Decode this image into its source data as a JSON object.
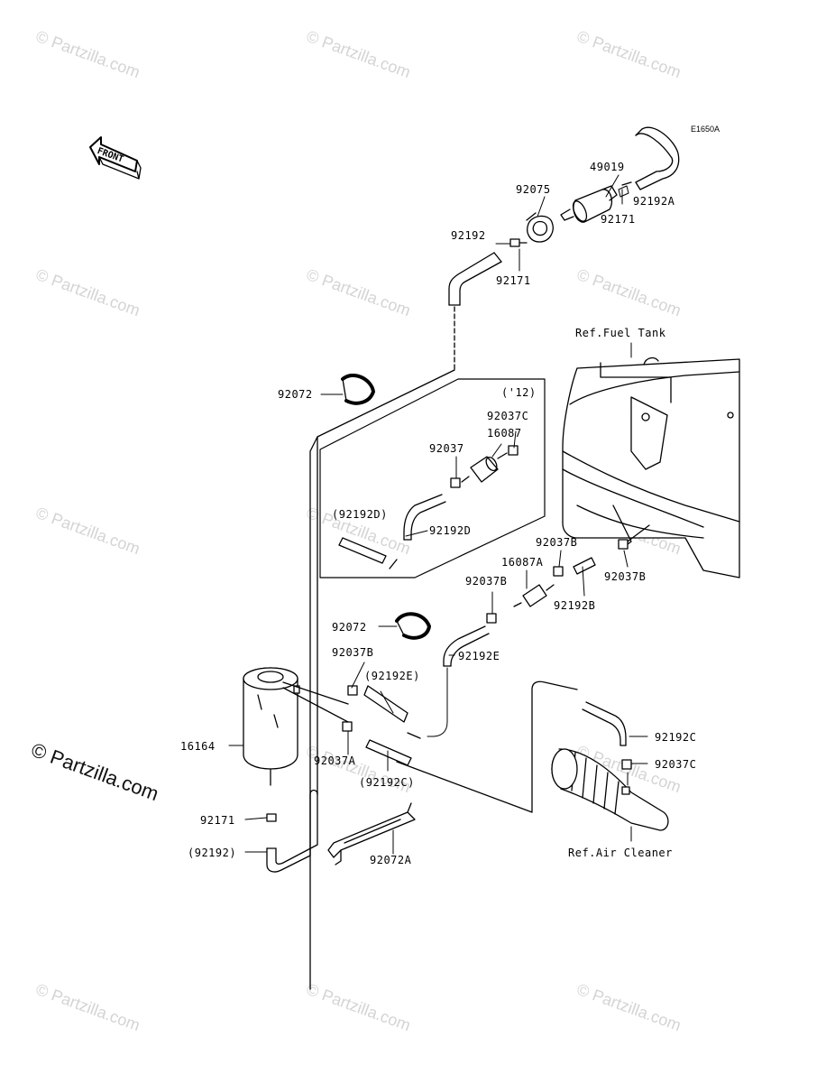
{
  "diagram_code": "E1650A",
  "front_label": "FRONT",
  "watermark_text": "© Partzilla.com",
  "brand_text": "© Partzilla.com",
  "variant_note": "('12)",
  "references": {
    "fuel_tank": "Ref.Fuel Tank",
    "air_cleaner": "Ref.Air Cleaner"
  },
  "parts": [
    {
      "id": "49019",
      "label": "49019"
    },
    {
      "id": "92075",
      "label": "92075"
    },
    {
      "id": "92192A",
      "label": "92192A"
    },
    {
      "id": "92171-top",
      "label": "92171"
    },
    {
      "id": "92192-top",
      "label": "92192"
    },
    {
      "id": "92171-mid",
      "label": "92171"
    },
    {
      "id": "92072-top",
      "label": "92072"
    },
    {
      "id": "92037C-top",
      "label": "92037C"
    },
    {
      "id": "16087",
      "label": "16087"
    },
    {
      "id": "92037",
      "label": "92037"
    },
    {
      "id": "92192D-paren",
      "label": "(92192D)"
    },
    {
      "id": "92192D",
      "label": "92192D"
    },
    {
      "id": "92037B-r1",
      "label": "92037B"
    },
    {
      "id": "16087A",
      "label": "16087A"
    },
    {
      "id": "92037B-r2",
      "label": "92037B"
    },
    {
      "id": "92037B-mid",
      "label": "92037B"
    },
    {
      "id": "92192B",
      "label": "92192B"
    },
    {
      "id": "92072-mid",
      "label": "92072"
    },
    {
      "id": "92192E",
      "label": "92192E"
    },
    {
      "id": "92037B-left",
      "label": "92037B"
    },
    {
      "id": "92192E-paren",
      "label": "(92192E)"
    },
    {
      "id": "16164",
      "label": "16164"
    },
    {
      "id": "92037A",
      "label": "92037A"
    },
    {
      "id": "92192C-paren",
      "label": "(92192C)"
    },
    {
      "id": "92192C",
      "label": "92192C"
    },
    {
      "id": "92037C-bot",
      "label": "92037C"
    },
    {
      "id": "92171-bot",
      "label": "92171"
    },
    {
      "id": "92192-paren",
      "label": "(92192)"
    },
    {
      "id": "92072A",
      "label": "92072A"
    }
  ]
}
